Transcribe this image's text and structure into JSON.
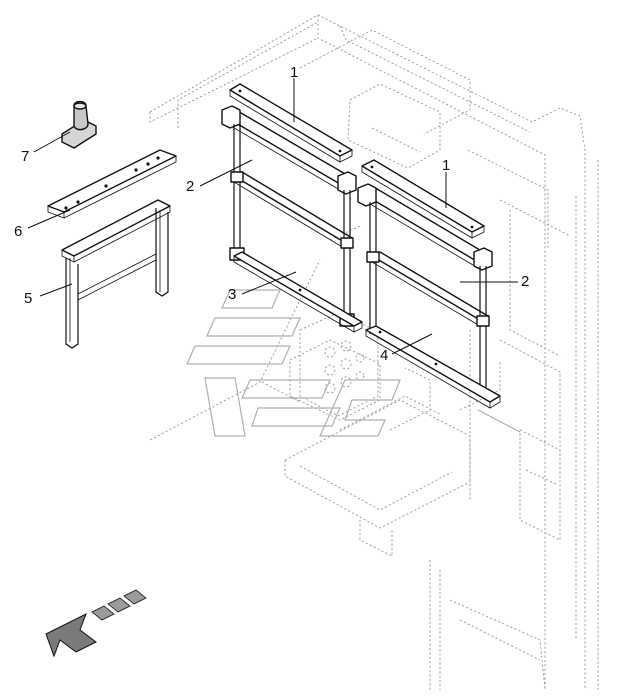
{
  "callouts": [
    {
      "id": "c1a",
      "label": "1"
    },
    {
      "id": "c1b",
      "label": "1"
    },
    {
      "id": "c2a",
      "label": "2"
    },
    {
      "id": "c2b",
      "label": "2"
    },
    {
      "id": "c3",
      "label": "3"
    },
    {
      "id": "c4",
      "label": "4"
    },
    {
      "id": "c5",
      "label": "5"
    },
    {
      "id": "c6",
      "label": "6"
    },
    {
      "id": "c7",
      "label": "7"
    }
  ],
  "colors": {
    "line": "#111111",
    "cab_outline": "#9a9a9a",
    "watermark": "#b0b0b0",
    "arrow_fill": "#7a7a7a"
  },
  "icons": {
    "direction_arrow": "forward-direction-arrow-icon",
    "watermark": "brand-watermark-icon"
  }
}
